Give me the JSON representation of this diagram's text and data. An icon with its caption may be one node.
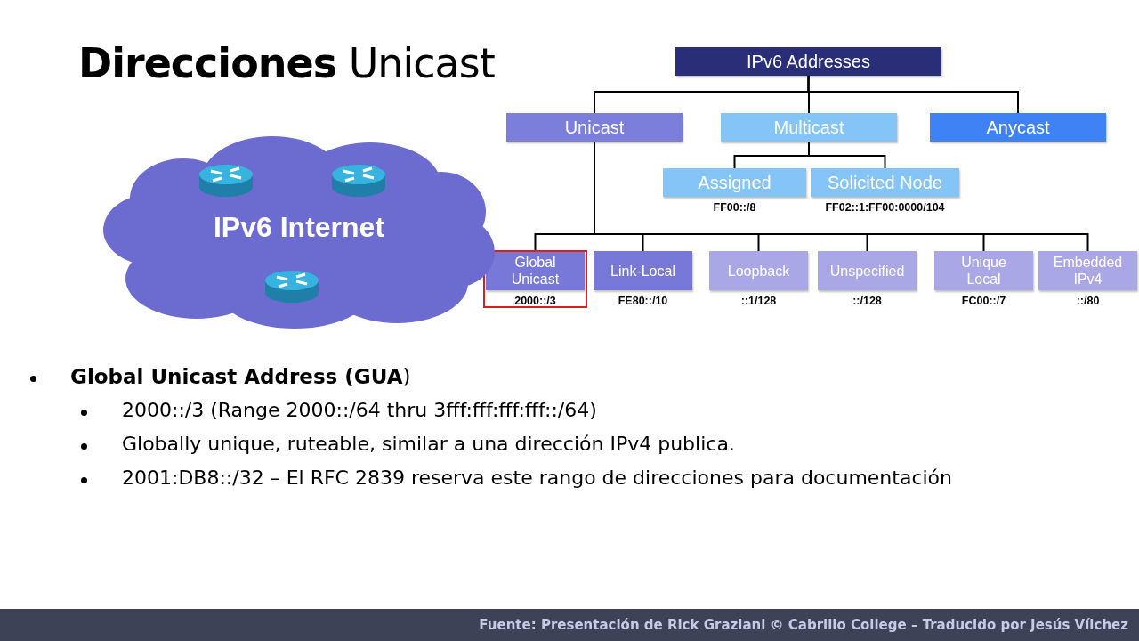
{
  "diagram": {
    "title": "**Direcciones** Unicast",
    "caption": "Fuente: Presentación de Rick Graziani © Cabrillo College – Traducido por Jesús Vílchez",
    "nodes": [
      {
        "text": [
          "IPv6 Addresses"
        ]
      },
      {
        "text": [
          "Unicast"
        ]
      },
      {
        "text": [
          "Multicast"
        ]
      },
      {
        "text": [
          "Anycast"
        ]
      },
      {
        "text": [
          "Assigned"
        ],
        "beside": [
          "FF00::/8"
        ]
      },
      {
        "text": [
          "Solicited Node"
        ],
        "beside": [
          "FF02::1:FF00:0000/104"
        ]
      },
      {
        "text": [
          "Global Unicast"
        ],
        "beside": [
          "2000::/3"
        ]
      },
      {
        "text": [
          "Link-Local"
        ],
        "beside": [
          "FE80::/10"
        ]
      },
      {
        "text": [
          "Loopback"
        ],
        "beside": [
          "::1/128"
        ]
      },
      {
        "text": [
          "Unspecified"
        ],
        "beside": [
          "::/128"
        ]
      },
      {
        "text": [
          "Unique Local"
        ],
        "beside": [
          "FC00::/7"
        ]
      },
      {
        "text": [
          "Embedded IPv4"
        ],
        "beside": [
          "::/80"
        ]
      },
      {
        "text": [
          "IPv6 Internet"
        ]
      }
    ],
    "edges": [
      {
        "from": 0,
        "to": 1,
        "arrow": "none"
      },
      {
        "from": 0,
        "to": 2,
        "arrow": "none"
      },
      {
        "from": 0,
        "to": 3,
        "arrow": "none"
      },
      {
        "from": 2,
        "to": 4,
        "arrow": "none"
      },
      {
        "from": 2,
        "to": 5,
        "arrow": "none"
      },
      {
        "from": 1,
        "to": 6,
        "arrow": "none"
      },
      {
        "from": 1,
        "to": 7,
        "arrow": "none"
      },
      {
        "from": 1,
        "to": 8,
        "arrow": "none"
      },
      {
        "from": 1,
        "to": 9,
        "arrow": "none"
      },
      {
        "from": 1,
        "to": 10,
        "arrow": "none"
      },
      {
        "from": 1,
        "to": 11,
        "arrow": "none"
      }
    ],
    "labels": [
      "**Global Unicast Address (GUA**)",
      "2000::/3 (Range 2000::/64 thru 3fff:fff:fff:fff::/64)",
      "Globally unique, ruteable, similar a una dirección IPv4 publica.",
      "2001:DB8::/32 – El RFC 2839 reserva este rango de direcciones para documentación"
    ]
  }
}
